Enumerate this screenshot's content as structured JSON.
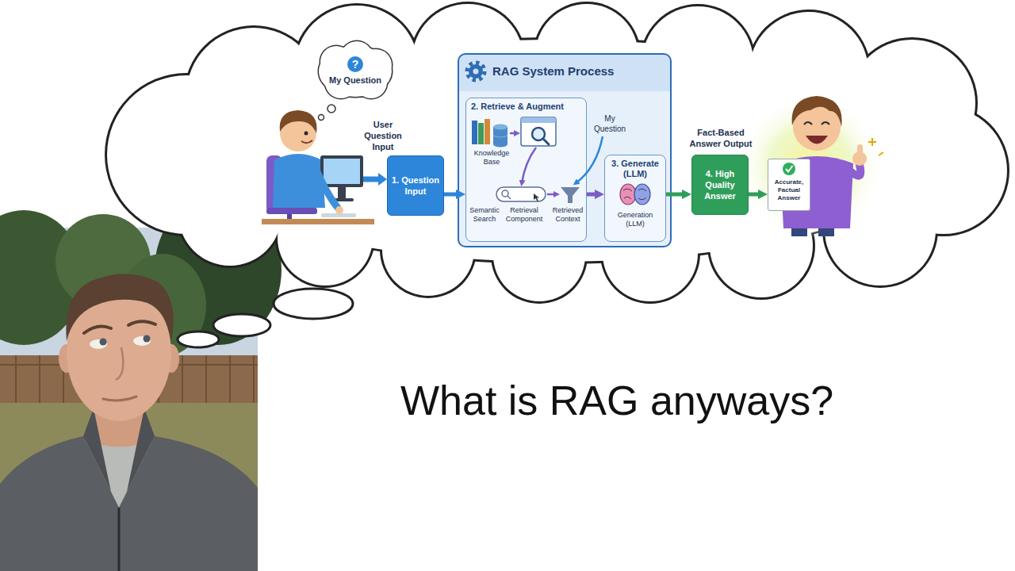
{
  "diagram": {
    "title": "What is RAG anyways?",
    "nodes": [
      {
        "text": [
          "?",
          "My Question"
        ]
      },
      {
        "text": [
          "1. Question Input"
        ]
      },
      {
        "text": [
          "RAG System Process"
        ]
      },
      {
        "text": [
          "2. Retrieve & Augment"
        ],
        "in": 2
      },
      {
        "text": [
          "3. Generate (LLM)"
        ],
        "in": 2
      },
      {
        "text": [
          "4. High Quality Answer"
        ]
      },
      {
        "text": [
          "Accurate, Factual Answer"
        ]
      }
    ],
    "edges": [
      {
        "from": 1,
        "to": 3,
        "arrow": "to"
      },
      {
        "from": 3,
        "to": 4,
        "arrow": "to"
      },
      {
        "from": 4,
        "to": 5,
        "arrow": "to"
      },
      {
        "from": 5,
        "to": 6,
        "arrow": "to"
      }
    ],
    "labels": [
      "User Question Input",
      "Knowledge Base",
      "My Question",
      "Semantic Search",
      "Retrieval Component",
      "Retrieved Context",
      "Generation (LLM)",
      "Fact-Based Answer Output"
    ]
  }
}
